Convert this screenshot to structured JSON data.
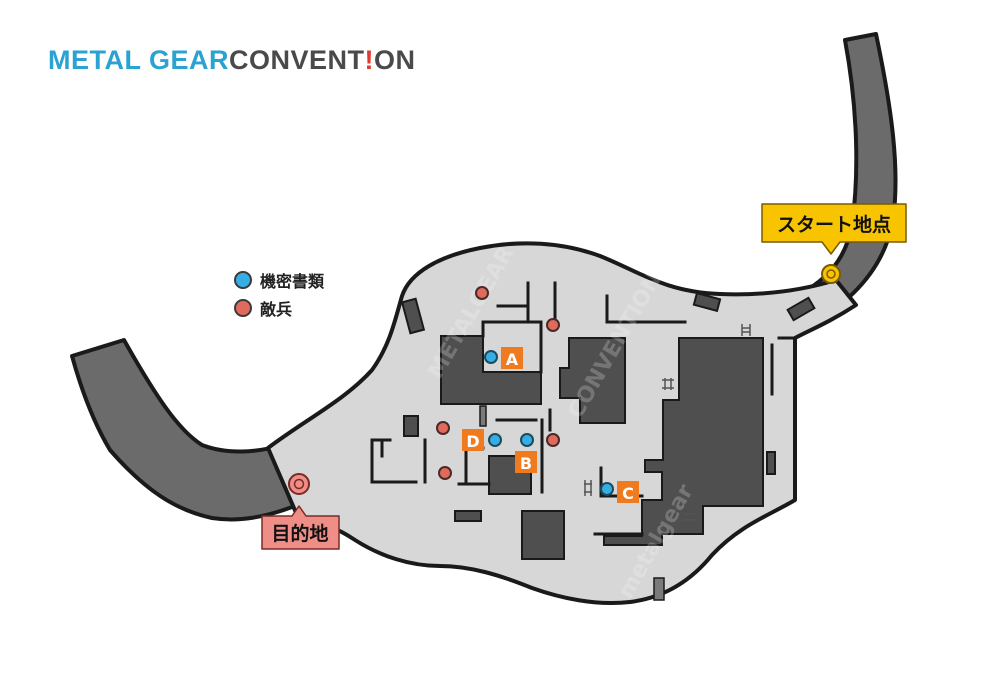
{
  "logo": {
    "part1": "METAL GEAR",
    "part2": "CONVENT",
    "part3": "!",
    "part4": "ON"
  },
  "legend": [
    {
      "label": "機密書類",
      "color": "#35aee3"
    },
    {
      "label": "敵兵",
      "color": "#e06b5c"
    }
  ],
  "start": {
    "label": "スタート地点",
    "color": "#f8c400"
  },
  "goal": {
    "label": "目的地",
    "color": "#ef8e87"
  },
  "documents": [
    {
      "letter": "A"
    },
    {
      "letter": "B"
    },
    {
      "letter": "C"
    },
    {
      "letter": "D"
    }
  ],
  "colors": {
    "floor": "#d7d7d7",
    "building": "#4f4f4f",
    "road": "#6b6b6b",
    "outline": "#1a1a1a",
    "marker_label": "#f07a1e",
    "document": "#35aee3",
    "enemy": "#e06b5c"
  }
}
